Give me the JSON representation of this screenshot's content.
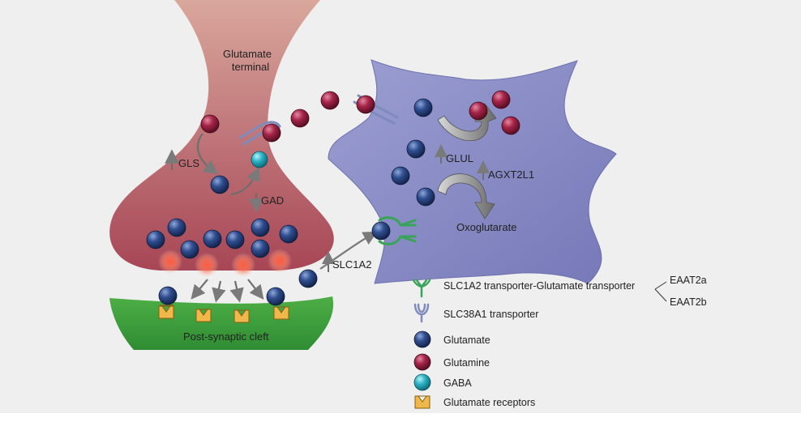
{
  "labels": {
    "glutamate_terminal_line1": "Glutamate",
    "glutamate_terminal_line2": "terminal",
    "gls": "GLS",
    "gad": "GAD",
    "glul": "GLUL",
    "agxt2l1": "AGXT2L1",
    "oxoglutarate": "Oxoglutarate",
    "slc1a2": "SLC1A2",
    "post_synaptic_cleft": "Post-synaptic cleft"
  },
  "legend": {
    "slc1a2_transporter": "SLC1A2 transporter-Glutamate transporter",
    "eaat2a": "EAAT2a",
    "eaat2b": "EAAT2b",
    "slc38a1_transporter": "SLC38A1 transporter",
    "glutamate": "Glutamate",
    "glutamine": "Glutamine",
    "gaba": "GABA",
    "glutamate_receptors": "Glutamate receptors"
  },
  "colors": {
    "terminal": "#b25565",
    "astrocyte": "#8487c2",
    "postsynaptic": "#3f9e3a",
    "glutamate": "#2d4a8a",
    "glutamine": "#a52447",
    "gaba": "#2fb3c4",
    "receptor": "#e6a532",
    "green_transporter": "#3aa35a",
    "blue_transporter": "#7a86b8"
  }
}
